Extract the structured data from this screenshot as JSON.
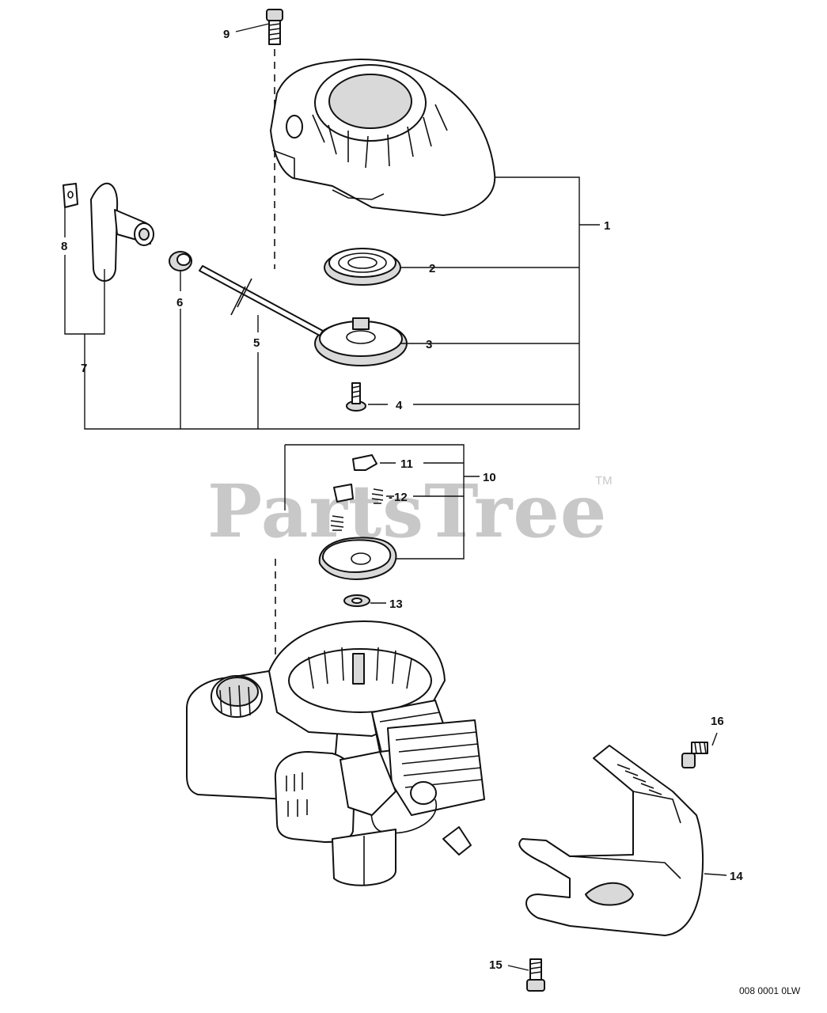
{
  "diagram": {
    "watermark": "PartsTree",
    "watermark_mark": "TM",
    "drawing_code": "008 0001 0LW",
    "callouts": {
      "c1": "1",
      "c2": "2",
      "c3": "3",
      "c4": "4",
      "c5": "5",
      "c6": "6",
      "c7": "7",
      "c8": "8",
      "c9": "9",
      "c10": "10",
      "c11": "11",
      "c12": "12",
      "c13": "13",
      "c14": "14",
      "c15": "15",
      "c16": "16"
    }
  }
}
